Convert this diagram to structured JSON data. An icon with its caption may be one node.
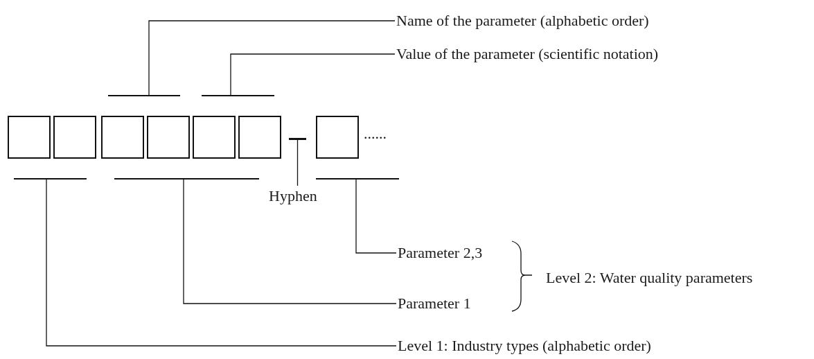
{
  "diagram": {
    "nodes": [
      {
        "text": [
          "Name of the parameter (alphabetic order)"
        ]
      },
      {
        "text": [
          "Value of the parameter (scientific notation)"
        ]
      },
      {
        "text": [],
        "shape": "bar"
      },
      {
        "text": [],
        "shape": "bar"
      },
      {
        "text": [],
        "shape": "box"
      },
      {
        "text": [],
        "shape": "box"
      },
      {
        "text": [],
        "shape": "box"
      },
      {
        "text": [],
        "shape": "box"
      },
      {
        "text": [],
        "shape": "box"
      },
      {
        "text": [],
        "shape": "box"
      },
      {
        "text": [],
        "shape": "bar"
      },
      {
        "text": [],
        "shape": "box"
      },
      {
        "text": [],
        "shape": "bar"
      },
      {
        "text": [],
        "shape": "bar"
      },
      {
        "text": [],
        "shape": "bar"
      },
      {
        "text": [
          "Hyphen"
        ]
      },
      {
        "text": [
          "Parameter 2,3"
        ]
      },
      {
        "text": [
          "Parameter 1"
        ]
      },
      {
        "text": [
          "Level 1: Industry types (alphabetic order)"
        ]
      }
    ],
    "edges": [
      {
        "from": 0,
        "to": 2,
        "arrow": "none"
      },
      {
        "from": 1,
        "to": 3,
        "arrow": "none"
      },
      {
        "from": 15,
        "to": 10,
        "arrow": "none"
      },
      {
        "from": 16,
        "to": 14,
        "arrow": "none"
      },
      {
        "from": 17,
        "to": 13,
        "arrow": "none"
      },
      {
        "from": 18,
        "to": 12,
        "arrow": "none"
      }
    ],
    "labels": [
      "......",
      "Level 2: Water quality parameters"
    ]
  }
}
